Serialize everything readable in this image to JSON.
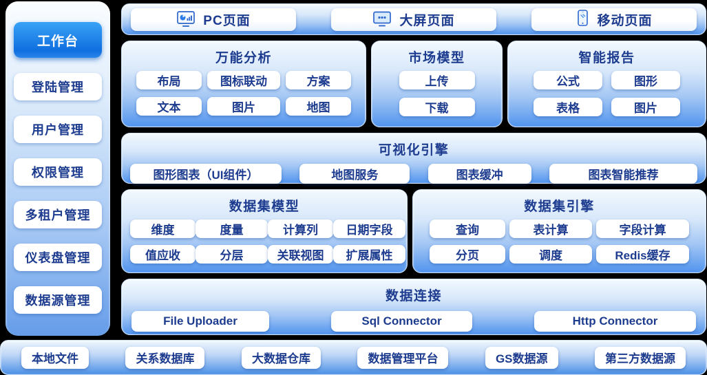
{
  "colors": {
    "background": "#000000",
    "accent_blue": "#1d74e4",
    "text_navy": "#1d3c8f",
    "panel_gradient_top": "#f2f8fe",
    "panel_gradient_bottom": "#5194ee"
  },
  "sidebar": {
    "active_item": "工作台",
    "items": [
      "登陆管理",
      "用户管理",
      "权限管理",
      "多租户管理",
      "仪表盘管理",
      "数据源管理"
    ]
  },
  "top_bar": {
    "items": [
      {
        "label": "PC页面",
        "icon": "pc-monitor-chart-icon"
      },
      {
        "label": "大屏页面",
        "icon": "large-screen-icon"
      },
      {
        "label": "移动页面",
        "icon": "mobile-phone-icon"
      }
    ]
  },
  "panels": {
    "universal_analysis": {
      "title": "万能分析",
      "chips": [
        "布局",
        "图标联动",
        "方案",
        "文本",
        "图片",
        "地图"
      ]
    },
    "market_model": {
      "title": "市场模型",
      "chips": [
        "上传",
        "下载"
      ]
    },
    "smart_report": {
      "title": "智能报告",
      "chips": [
        "公式",
        "图形",
        "表格",
        "图片"
      ]
    },
    "visual_engine": {
      "title": "可视化引擎",
      "chips": [
        "图形图表（UI组件）",
        "地图服务",
        "图表缓冲",
        "图表智能推荐"
      ]
    },
    "dataset_model": {
      "title": "数据集模型",
      "chips": [
        "维度",
        "度量",
        "计算列",
        "日期字段",
        "值应收",
        "分层",
        "关联视图",
        "扩展属性"
      ]
    },
    "dataset_engine": {
      "title": "数据集引擎",
      "chips": [
        "查询",
        "表计算",
        "字段计算",
        "分页",
        "调度",
        "Redis缓存"
      ]
    },
    "data_connection": {
      "title": "数据连接",
      "chips": [
        "File Uploader",
        "Sql Connector",
        "Http Connector"
      ]
    }
  },
  "bottom_bar": {
    "items": [
      "本地文件",
      "关系数据库",
      "大数据仓库",
      "数据管理平台",
      "GS数据源",
      "第三方数据源"
    ]
  }
}
